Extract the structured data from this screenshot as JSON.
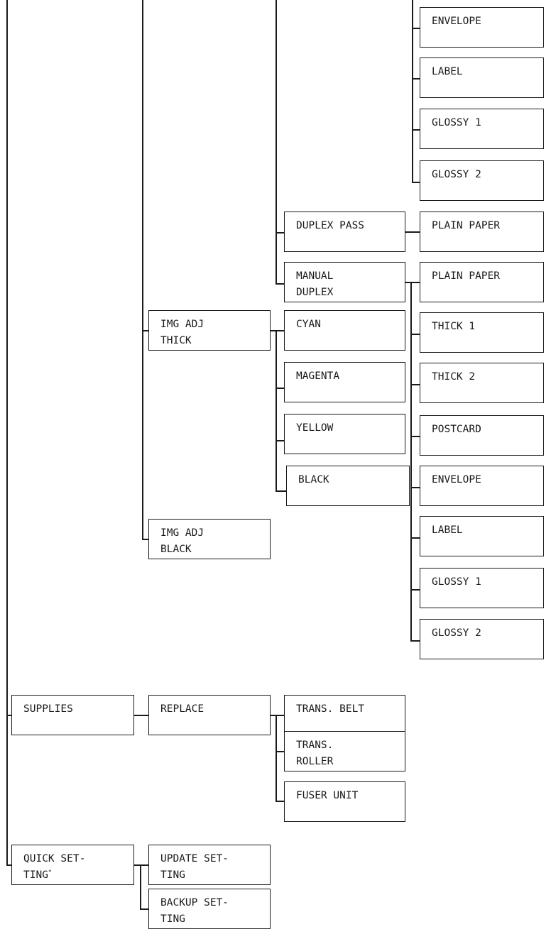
{
  "menu_tree": {
    "paper_types_top": [
      "ENVELOPE",
      "LABEL",
      "GLOSSY 1",
      "GLOSSY 2"
    ],
    "duplex_pass": {
      "label": "DUPLEX PASS",
      "child": "PLAIN PAPER"
    },
    "manual_duplex": {
      "label": "MANUAL\nDUPLEX",
      "children": [
        "PLAIN PAPER",
        "THICK 1",
        "THICK 2",
        "POSTCARD",
        "ENVELOPE",
        "LABEL",
        "GLOSSY 1",
        "GLOSSY 2"
      ]
    },
    "img_adj_thick": {
      "label": "IMG ADJ\nTHICK",
      "children": [
        "CYAN",
        "MAGENTA",
        "YELLOW",
        "BLACK"
      ]
    },
    "img_adj_black": {
      "label": "IMG ADJ\nBLACK"
    },
    "supplies": {
      "label": "SUPPLIES",
      "replace": {
        "label": "REPLACE",
        "children": [
          "TRANS. BELT",
          "TRANS.\nROLLER",
          "FUSER UNIT"
        ]
      }
    },
    "quick_setting": {
      "label": "QUICK SET-\nTING",
      "footnote_mark": "*",
      "children": [
        "UPDATE SET-\nTING",
        "BACKUP SET-\nTING"
      ]
    }
  }
}
